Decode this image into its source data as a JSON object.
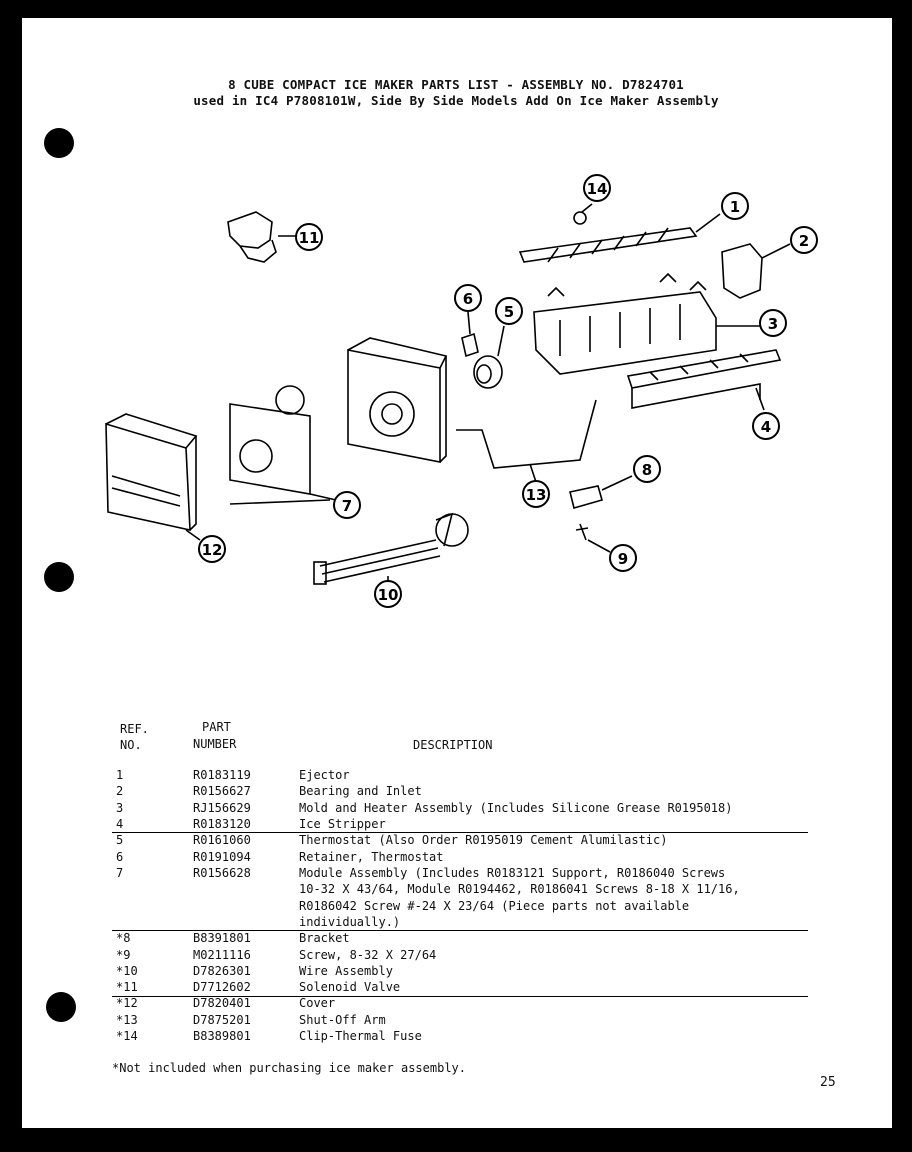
{
  "header": {
    "title_line1": "8 CUBE COMPACT ICE MAKER PARTS LIST - ASSEMBLY NO. D7824701",
    "title_line2": "used in IC4 P7808101W, Side By Side Models Add On Ice Maker Assembly"
  },
  "diagram": {
    "callouts": [
      "1",
      "2",
      "3",
      "4",
      "5",
      "6",
      "7",
      "8",
      "9",
      "10",
      "11",
      "12",
      "13",
      "14"
    ]
  },
  "table": {
    "col_ref_line1": "REF.",
    "col_ref_line2": "NO.",
    "col_part_line1": "PART",
    "col_part_line2": "NUMBER",
    "col_desc": "DESCRIPTION",
    "rows": [
      {
        "ref": "1",
        "part": "R0183119",
        "desc": "Ejector"
      },
      {
        "ref": "2",
        "part": "R0156627",
        "desc": "Bearing and Inlet"
      },
      {
        "ref": "3",
        "part": "RJ156629",
        "desc": "Mold and Heater Assembly (Includes Silicone Grease R0195018)"
      },
      {
        "ref": "4",
        "part": "R0183120",
        "desc": "Ice Stripper"
      },
      {
        "ref": "5",
        "part": "R0161060",
        "desc": "Thermostat (Also Order R0195019 Cement Alumilastic)"
      },
      {
        "ref": "6",
        "part": "R0191094",
        "desc": "Retainer, Thermostat"
      },
      {
        "ref": "7",
        "part": "R0156628",
        "desc": "Module Assembly (Includes R0183121 Support, R0186040 Screws"
      },
      {
        "ref": "",
        "part": "",
        "desc": "10-32 X 43/64, Module R0194462, R0186041 Screws 8-18 X 11/16,"
      },
      {
        "ref": "",
        "part": "",
        "desc": "R0186042 Screw #-24 X 23/64 (Piece parts not available"
      },
      {
        "ref": "",
        "part": "",
        "desc": "individually.)"
      },
      {
        "ref": "*8",
        "part": "B8391801",
        "desc": "Bracket"
      },
      {
        "ref": "*9",
        "part": "M0211116",
        "desc": "Screw, 8-32 X 27/64"
      },
      {
        "ref": "*10",
        "part": "D7826301",
        "desc": "Wire Assembly"
      },
      {
        "ref": "*11",
        "part": "D7712602",
        "desc": "Solenoid Valve"
      },
      {
        "ref": "*12",
        "part": "D7820401",
        "desc": "Cover"
      },
      {
        "ref": "*13",
        "part": "D7875201",
        "desc": "Shut-Off Arm"
      },
      {
        "ref": "*14",
        "part": "B8389801",
        "desc": "Clip-Thermal Fuse"
      }
    ]
  },
  "footnote": "*Not included when purchasing ice maker assembly.",
  "page_number": "25"
}
